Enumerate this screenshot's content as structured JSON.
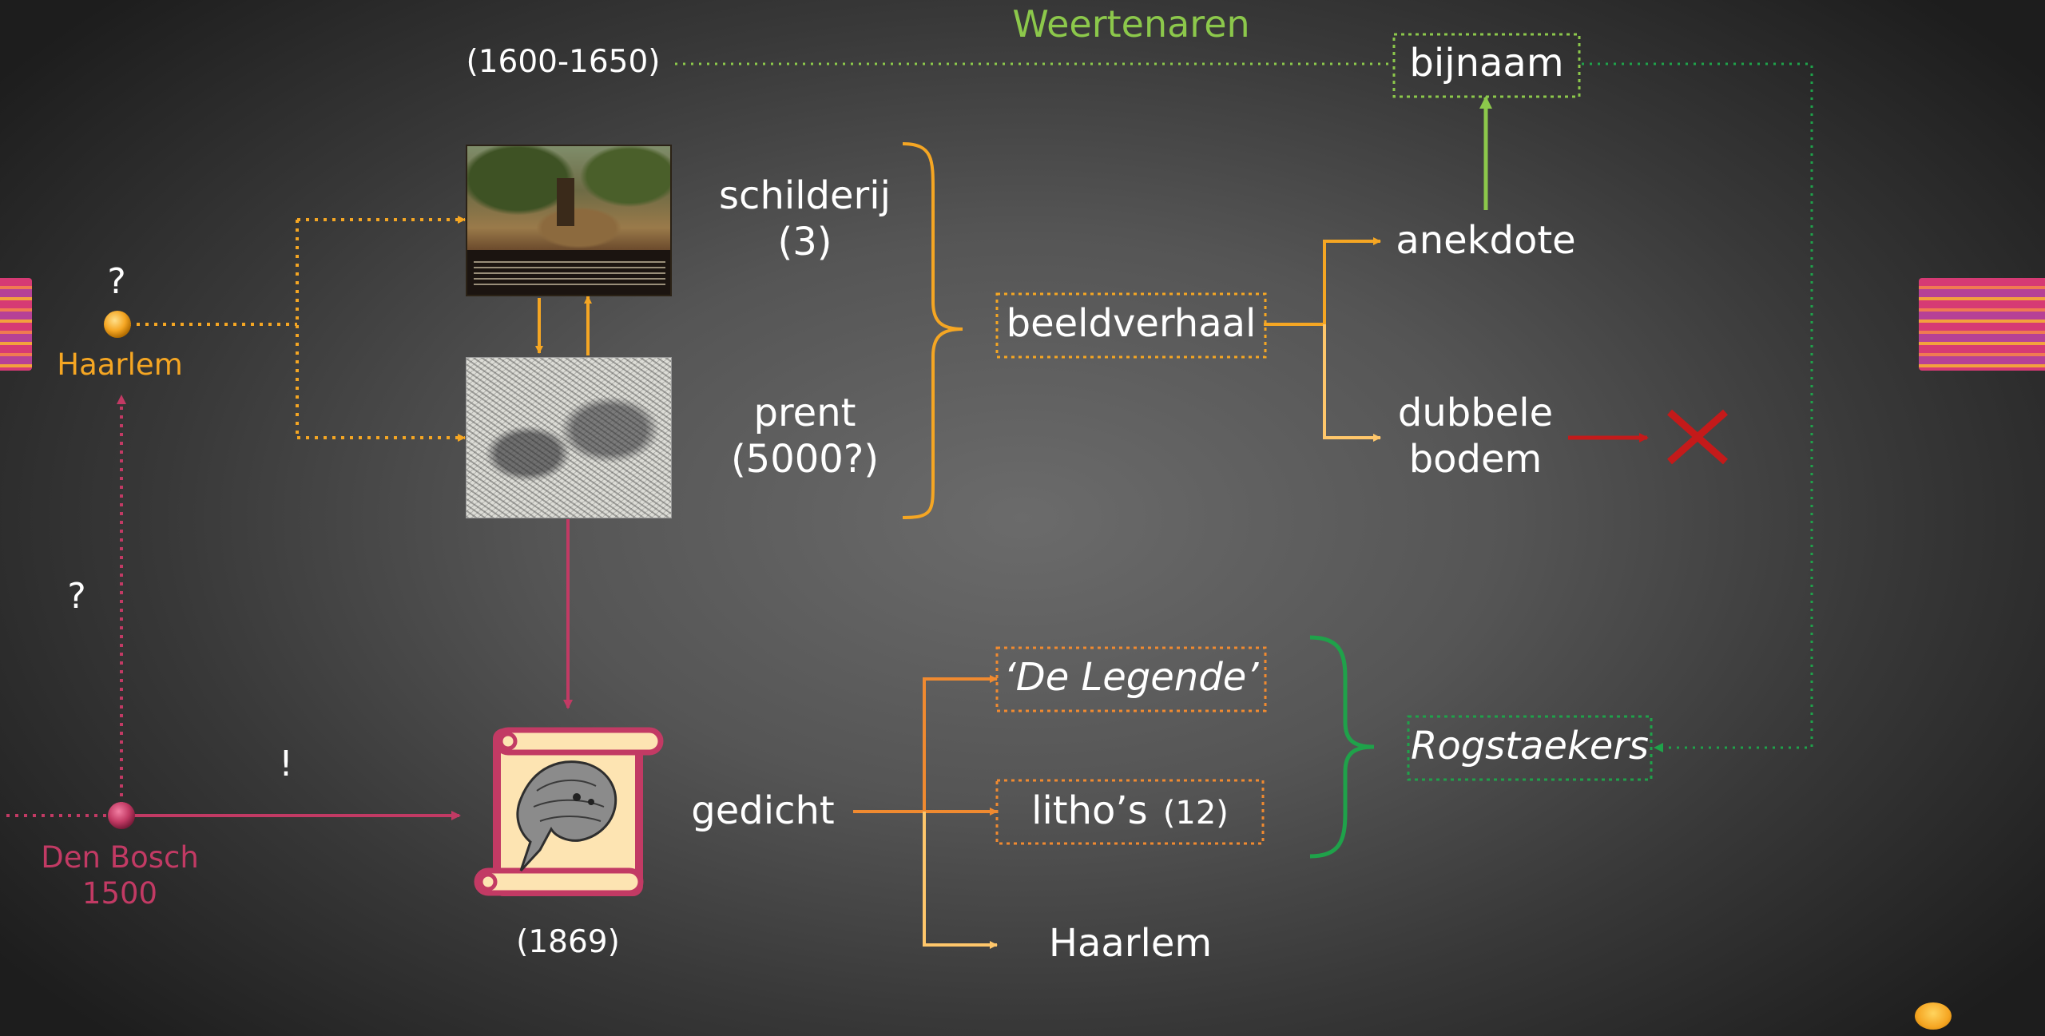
{
  "labels": {
    "weertenaren": "Weertenaren",
    "period": "(1600-1650)",
    "bijnaam": "bijnaam",
    "schilderij": "schilderij",
    "schilderij_count": "(3)",
    "prent": "prent",
    "prent_count": "(5000?)",
    "beeldverhaal": "beeldverhaal",
    "anekdote": "anekdote",
    "dubbele": "dubbele",
    "bodem": "bodem",
    "question_top": "?",
    "haarlem_left": "Haarlem",
    "question_left": "?",
    "exclamation": "!",
    "den_bosch": "Den Bosch",
    "den_bosch_year": "1500",
    "poem_year": "(1869)",
    "gedicht": "gedicht",
    "de_legende": "‘De Legende’",
    "lithos": "litho’s",
    "lithos_count": "(12)",
    "haarlem_bottom": "Haarlem",
    "rogstaekers": "Rogstaekers"
  },
  "colors": {
    "orange": "#f5a623",
    "light_orange": "#ffc76b",
    "deep_orange": "#f08a30",
    "crimson": "#c23a64",
    "light_green": "#8cc84b",
    "green": "#1fa24a",
    "red": "#c41a1a"
  },
  "icons": {
    "rejected": "cross-icon",
    "poem": "scroll-icon",
    "painting": "painting-thumbnail",
    "print": "print-thumbnail"
  }
}
